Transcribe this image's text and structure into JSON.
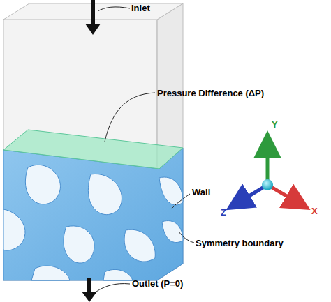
{
  "diagram": {
    "labels": [
      "Inlet",
      "Pressure Difference (ΔP)",
      "Wall",
      "Symmetry boundary",
      "Outlet (P=0)",
      "Y",
      "Z",
      "X"
    ]
  }
}
